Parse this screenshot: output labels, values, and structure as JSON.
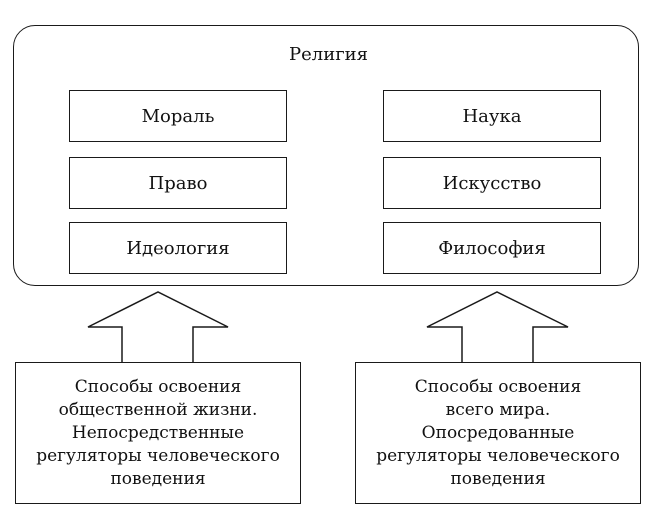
{
  "diagram": {
    "title": "Религия",
    "left_column": [
      "Мораль",
      "Право",
      "Идеология"
    ],
    "right_column": [
      "Наука",
      "Искусство",
      "Философия"
    ],
    "left_box_lines": [
      "Способы освоения",
      "общественной жизни.",
      "Непосредственные",
      "регуляторы человеческого",
      "поведения"
    ],
    "right_box_lines": [
      "Способы освоения",
      "всего мира.",
      "Опосредованные",
      "регуляторы человеческого",
      "поведения"
    ]
  }
}
